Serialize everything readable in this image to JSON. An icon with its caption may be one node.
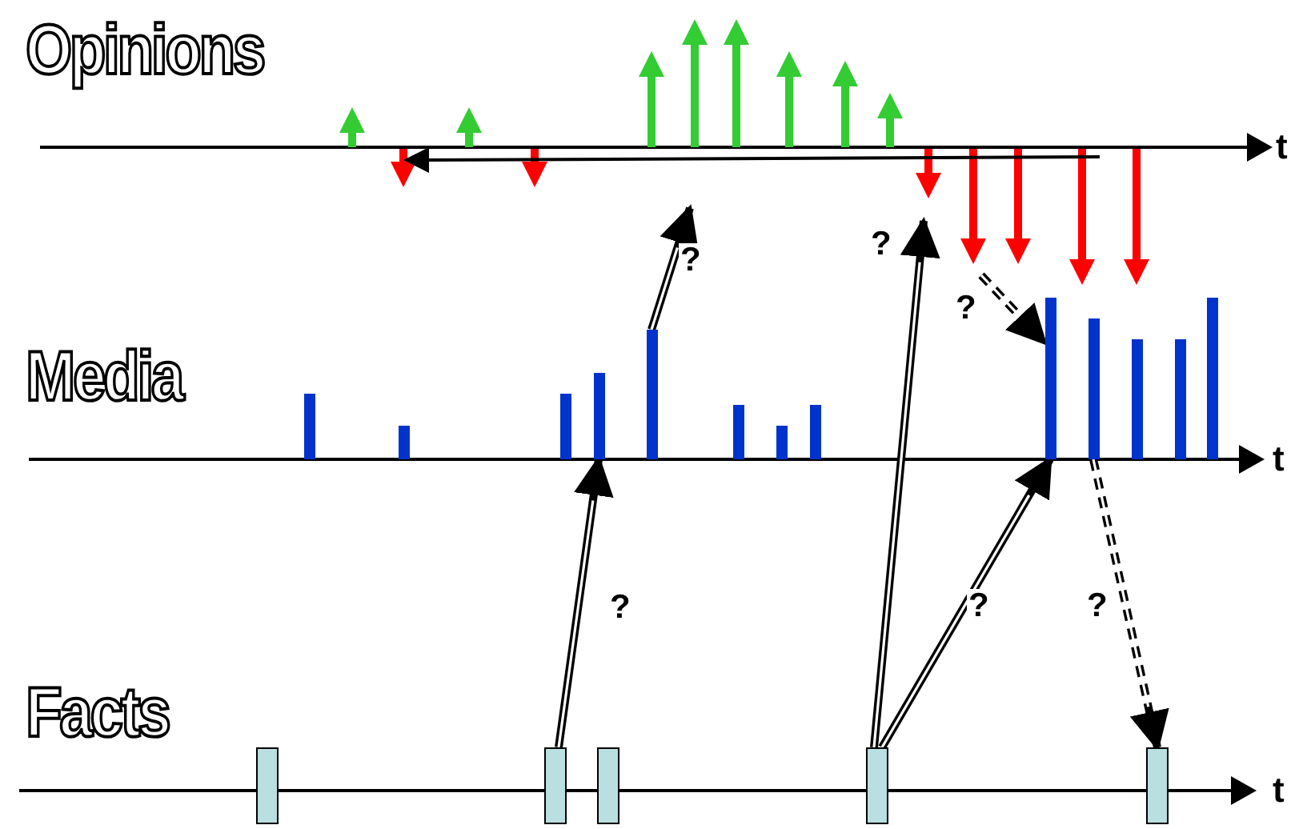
{
  "diagram": {
    "nodes": [
      {
        "text": [],
        "shape": "bar"
      },
      {
        "text": [],
        "shape": "bar"
      },
      {
        "text": [],
        "shape": "bar"
      },
      {
        "text": [],
        "shape": "bar"
      },
      {
        "text": [],
        "shape": "bar"
      },
      {
        "text": [],
        "shape": "bar"
      },
      {
        "text": [],
        "shape": "bar"
      },
      {
        "text": [],
        "shape": "bar"
      },
      {
        "text": [],
        "shape": "bar"
      },
      {
        "text": [],
        "shape": "bar"
      },
      {
        "text": [],
        "shape": "bar"
      },
      {
        "text": [],
        "shape": "bar"
      },
      {
        "text": [],
        "shape": "bar"
      },
      {
        "text": [],
        "shape": "box"
      },
      {
        "text": [],
        "shape": "box"
      },
      {
        "text": [],
        "shape": "box"
      },
      {
        "text": [],
        "shape": "box"
      },
      {
        "text": [],
        "shape": "box"
      }
    ],
    "edges": [
      {
        "from": 14,
        "to": 3,
        "arrow": "to",
        "label": "?"
      },
      {
        "from": 4,
        "to": null,
        "arrow": "to",
        "label": "?"
      },
      {
        "from": 16,
        "to": null,
        "arrow": "to",
        "label": "?"
      },
      {
        "from": 16,
        "to": 8,
        "arrow": "to",
        "label": "?"
      },
      {
        "from": null,
        "to": 8,
        "arrow": "to",
        "label": "?",
        "style": "dashed"
      },
      {
        "from": 9,
        "to": 17,
        "arrow": "to",
        "label": "?",
        "style": "dashed"
      }
    ],
    "labels": [
      "Opinions",
      "t",
      "Media",
      "t",
      "Facts",
      "t"
    ]
  }
}
